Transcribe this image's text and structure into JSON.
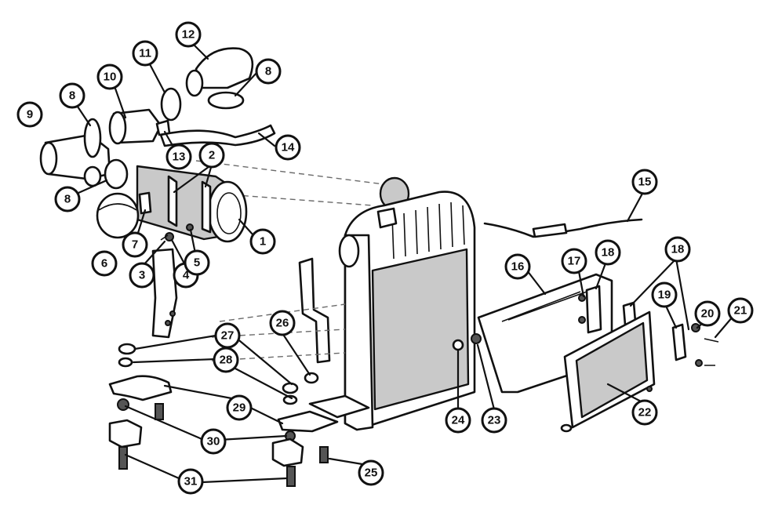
{
  "callouts": [
    {
      "id": "c1",
      "label": "1"
    },
    {
      "id": "c2",
      "label": "2"
    },
    {
      "id": "c3",
      "label": "3"
    },
    {
      "id": "c4",
      "label": "4"
    },
    {
      "id": "c5",
      "label": "5"
    },
    {
      "id": "c6",
      "label": "6"
    },
    {
      "id": "c7",
      "label": "7"
    },
    {
      "id": "c8a",
      "label": "8"
    },
    {
      "id": "c8b",
      "label": "8"
    },
    {
      "id": "c8c",
      "label": "8"
    },
    {
      "id": "c9",
      "label": "9"
    },
    {
      "id": "c10",
      "label": "10"
    },
    {
      "id": "c11",
      "label": "11"
    },
    {
      "id": "c12",
      "label": "12"
    },
    {
      "id": "c13",
      "label": "13"
    },
    {
      "id": "c14",
      "label": "14"
    },
    {
      "id": "c15",
      "label": "15"
    },
    {
      "id": "c16",
      "label": "16"
    },
    {
      "id": "c17",
      "label": "17"
    },
    {
      "id": "c18a",
      "label": "18"
    },
    {
      "id": "c18b",
      "label": "18"
    },
    {
      "id": "c19",
      "label": "19"
    },
    {
      "id": "c20",
      "label": "20"
    },
    {
      "id": "c21",
      "label": "21"
    },
    {
      "id": "c22",
      "label": "22"
    },
    {
      "id": "c23",
      "label": "23"
    },
    {
      "id": "c24",
      "label": "24"
    },
    {
      "id": "c25",
      "label": "25"
    },
    {
      "id": "c26",
      "label": "26"
    },
    {
      "id": "c27",
      "label": "27"
    },
    {
      "id": "c28",
      "label": "28"
    },
    {
      "id": "c29",
      "label": "29"
    },
    {
      "id": "c30",
      "label": "30"
    },
    {
      "id": "c31",
      "label": "31"
    }
  ]
}
